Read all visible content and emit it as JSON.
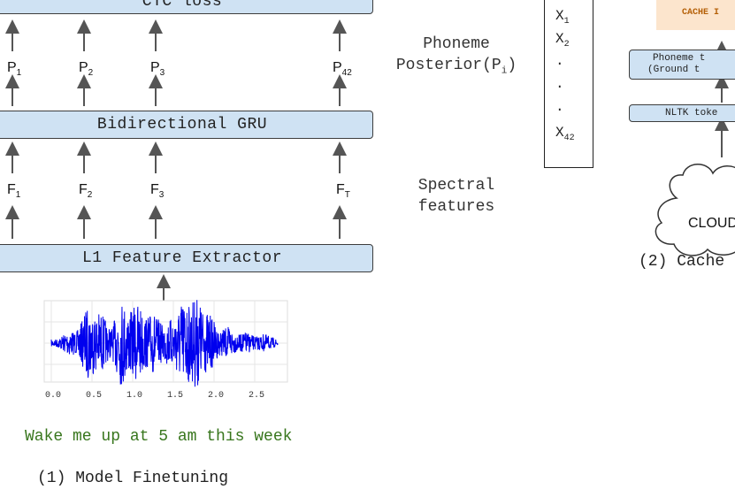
{
  "left": {
    "ctc_label": "CTC loss",
    "gru_label": "Bidirectional GRU",
    "extractor_label": "L1 Feature Extractor",
    "posteriors": [
      {
        "base": "P",
        "sub": "1"
      },
      {
        "base": "P",
        "sub": "2"
      },
      {
        "base": "P",
        "sub": "3"
      },
      {
        "base": "P",
        "sub": "42"
      }
    ],
    "features": [
      {
        "base": "F",
        "sub": "1"
      },
      {
        "base": "F",
        "sub": "2"
      },
      {
        "base": "F",
        "sub": "3"
      },
      {
        "base": "F",
        "sub": "T"
      }
    ],
    "waveform_ticks": [
      "0.0",
      "0.5",
      "1.0",
      "1.5",
      "2.0",
      "2.5"
    ],
    "utterance": "Wake me up at 5 am this week",
    "caption": "(1) Model Finetuning"
  },
  "middle": {
    "phoneme_line1": "Phoneme",
    "phoneme_line2": "Posterior(P",
    "phoneme_sub": "i",
    "phoneme_close": ")",
    "spectral_line1": "Spectral",
    "spectral_line2": "features",
    "xlist": [
      {
        "base": "X",
        "sub": "1"
      },
      {
        "base": "X",
        "sub": "2"
      },
      {
        "base": "·",
        "sub": ""
      },
      {
        "base": "·",
        "sub": ""
      },
      {
        "base": "·",
        "sub": ""
      },
      {
        "base": "X",
        "sub": "42"
      }
    ]
  },
  "right": {
    "cache_label": "CACHE I",
    "phoneme_box_line1": "Phoneme t",
    "phoneme_box_line2": "(Ground t",
    "nltk_label": "NLTK toke",
    "cloud_label": "CLOUD",
    "caption": "(2) Cache"
  },
  "colors": {
    "box_fill": "#cfe2f3",
    "cache_fill": "#fce5cd",
    "cache_text": "#b45f06",
    "waveform": "#0000ee",
    "utterance": "#38761d"
  }
}
